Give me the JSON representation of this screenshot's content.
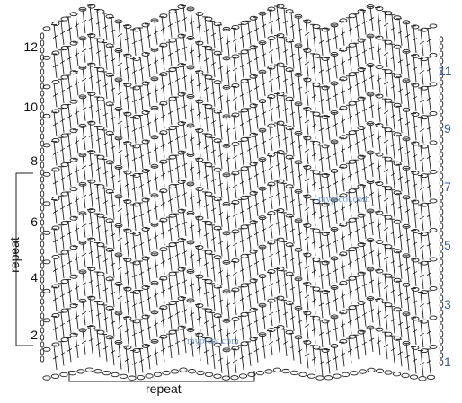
{
  "diagram": {
    "even_row_labels": [
      "2",
      "4",
      "6",
      "8",
      "10",
      "12"
    ],
    "odd_row_labels": [
      "1",
      "3",
      "5",
      "7",
      "9",
      "11"
    ],
    "repeat_side_label": "repeat",
    "repeat_bottom_label": "repeat",
    "watermarks": [
      "mypicot.com",
      "mypicot.com"
    ],
    "colors": {
      "stitch": "#222222",
      "even_label": "#111111",
      "odd_label": "#3a5a9a",
      "watermark": "#5a8fd0"
    },
    "stitch_symbols": [
      "chain-oval",
      "double-crochet-post"
    ]
  }
}
